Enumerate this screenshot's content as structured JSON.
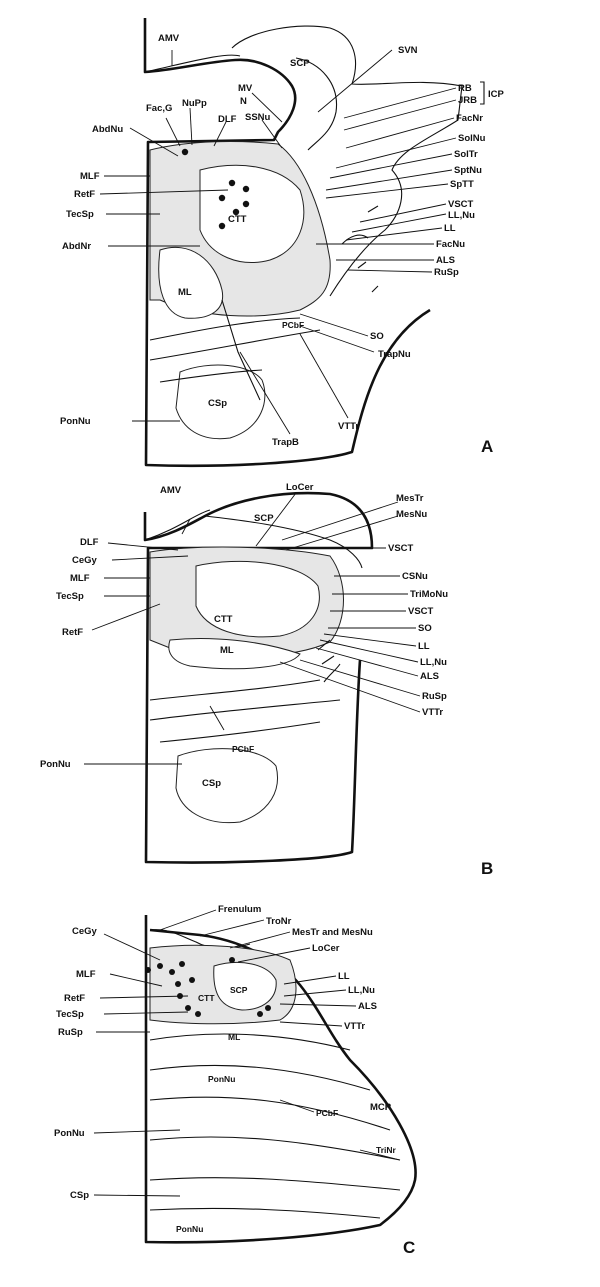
{
  "panels": [
    {
      "id": "A",
      "letter": "A"
    },
    {
      "id": "B",
      "letter": "B"
    },
    {
      "id": "C",
      "letter": "C"
    }
  ],
  "labels": {
    "A": {
      "AMV": "AMV",
      "SCP": "SCP",
      "SVN": "SVN",
      "MV": "MV",
      "N": "N",
      "SSNu": "SSNu",
      "NuPp": "NuPp",
      "FacG": "Fac,G",
      "AbdNu": "AbdNu",
      "DLF": "DLF",
      "MLF": "MLF",
      "RetF": "RetF",
      "TecSp": "TecSp",
      "AbdNr": "AbdNr",
      "CTT": "CTT",
      "ML": "ML",
      "CSp": "CSp",
      "PonNu": "PonNu",
      "TrapB": "TrapB",
      "VTTr": "VTTr",
      "PCbF": "PCbF",
      "SO": "SO",
      "TrapNu": "TrapNu",
      "RB": "RB",
      "JRB": "JRB",
      "ICP": "ICP",
      "FacNr": "FacNr",
      "SolNu": "SolNu",
      "SolTr": "SolTr",
      "SptNu": "SptNu",
      "SpTT": "SpTT",
      "VSCT": "VSCT",
      "LLNu": "LL,Nu",
      "LL": "LL",
      "FacNu": "FacNu",
      "ALS": "ALS",
      "RuSp": "RuSp"
    },
    "B": {
      "AMV": "AMV",
      "LoCer": "LoCer",
      "SCP": "SCP",
      "MesTr": "MesTr",
      "MesNu": "MesNu",
      "VSCT1": "VSCT",
      "DLF": "DLF",
      "CeGy": "CeGy",
      "MLF": "MLF",
      "TecSp": "TecSp",
      "RetF": "RetF",
      "CTT": "CTT",
      "ML": "ML",
      "CSNu": "CSNu",
      "TriMoNu": "TriMoNu",
      "VSCT2": "VSCT",
      "SO": "SO",
      "LL": "LL",
      "LLNu": "LL,Nu",
      "ALS": "ALS",
      "RuSp": "RuSp",
      "VTTr": "VTTr",
      "PonNu": "PonNu",
      "PCbF": "PCbF",
      "CSp": "CSp"
    },
    "C": {
      "Frenulum": "Frenulum",
      "TroNr": "TroNr",
      "MesTrMesNu": "MesTr and MesNu",
      "LoCer": "LoCer",
      "CeGy": "CeGy",
      "MLF": "MLF",
      "RetF": "RetF",
      "TecSp": "TecSp",
      "RuSp": "RuSp",
      "CTT": "CTT",
      "SCP": "SCP",
      "ML": "ML",
      "LL": "LL",
      "LLNu": "LL,Nu",
      "ALS": "ALS",
      "VTTr": "VTTr",
      "PonNu1": "PonNu",
      "PonNu2": "PonNu",
      "PonNu3": "PonNu",
      "PCbF": "PCbF",
      "MCP": "MCP",
      "TriNr": "TriNr",
      "CSp": "CSp"
    }
  }
}
